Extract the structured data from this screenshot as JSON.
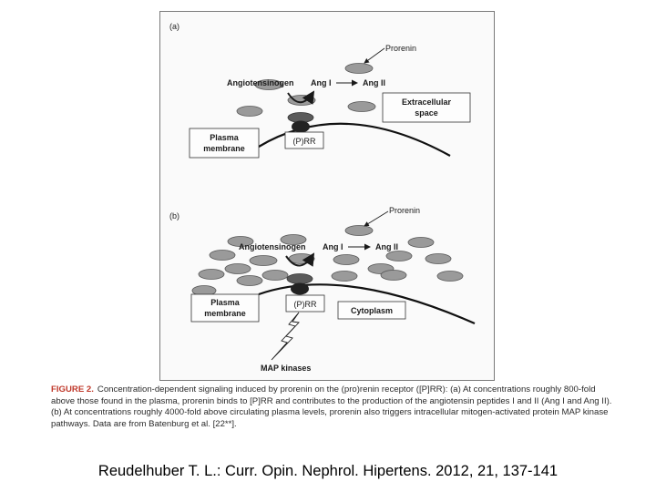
{
  "panel_a": {
    "label": "(a)",
    "prorenin_label": "Prorenin",
    "angiotensinogen_label": "Angiotensinogen",
    "ang1_label": "Ang I",
    "ang2_label": "Ang II",
    "extracellular_label_line1": "Extracellular",
    "extracellular_label_line2": "space",
    "membrane_label_line1": "Plasma",
    "membrane_label_line2": "membrane",
    "receptor_label": "(P)RR"
  },
  "panel_b": {
    "label": "(b)",
    "prorenin_label": "Prorenin",
    "angiotensinogen_label": "Angiotensinogen",
    "ang1_label": "Ang I",
    "ang2_label": "Ang II",
    "membrane_label_line1": "Plasma",
    "membrane_label_line2": "membrane",
    "receptor_label": "(P)RR",
    "cytoplasm_label": "Cytoplasm",
    "map_label": "MAP kinases"
  },
  "caption": {
    "label": "FIGURE 2.",
    "text": "Concentration-dependent signaling induced by prorenin on the (pro)renin receptor ([P]RR): (a) At concentrations roughly 800-fold above those found in the plasma, prorenin binds to [P]RR and contributes to the production of the angiotensin peptides I and II (Ang I and Ang II). (b) At concentrations roughly 4000-fold above circulating plasma levels, prorenin also triggers intracellular mitogen-activated protein MAP kinase pathways. Data are from Batenburg et al. [22**]."
  },
  "citation": "Reudelhuber T. L.: Curr. Opin. Nephrol. Hipertens. 2012, 21, 137-141",
  "colors": {
    "prorenin_fill": "#9a9a9a",
    "bound_prorenin_fill": "#5a5a5a",
    "receptor_fill": "#222222",
    "caption_label": "#c0392b"
  }
}
